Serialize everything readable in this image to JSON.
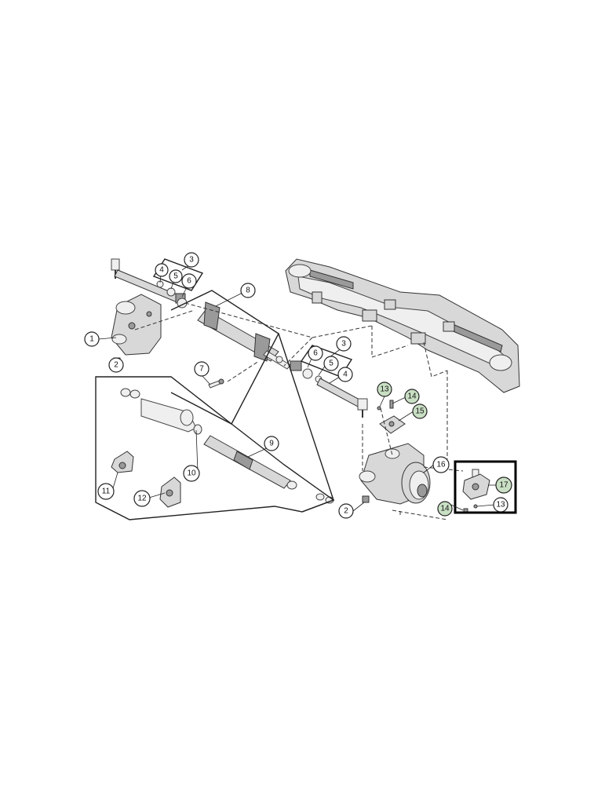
{
  "callouts": {
    "c1": "1",
    "c2a": "2",
    "c2b": "2",
    "c3a": "3",
    "c3b": "3",
    "c4a": "4",
    "c4b": "4",
    "c5a": "5",
    "c5b": "5",
    "c6a": "6",
    "c6b": "6",
    "c7": "7",
    "c8": "8",
    "c9": "9",
    "c10": "10",
    "c11": "11",
    "c12": "12",
    "c13a": "13",
    "c13b": "13",
    "c14a": "14",
    "c14b": "14",
    "c15": "15",
    "c16": "16",
    "c17": "17"
  },
  "colors": {
    "callout_fill": "#ffffff",
    "callout_highlight_fill": "#c9dfc4",
    "callout_highlight_stroke": "#5e9a55",
    "highlight_box": "#000000"
  }
}
